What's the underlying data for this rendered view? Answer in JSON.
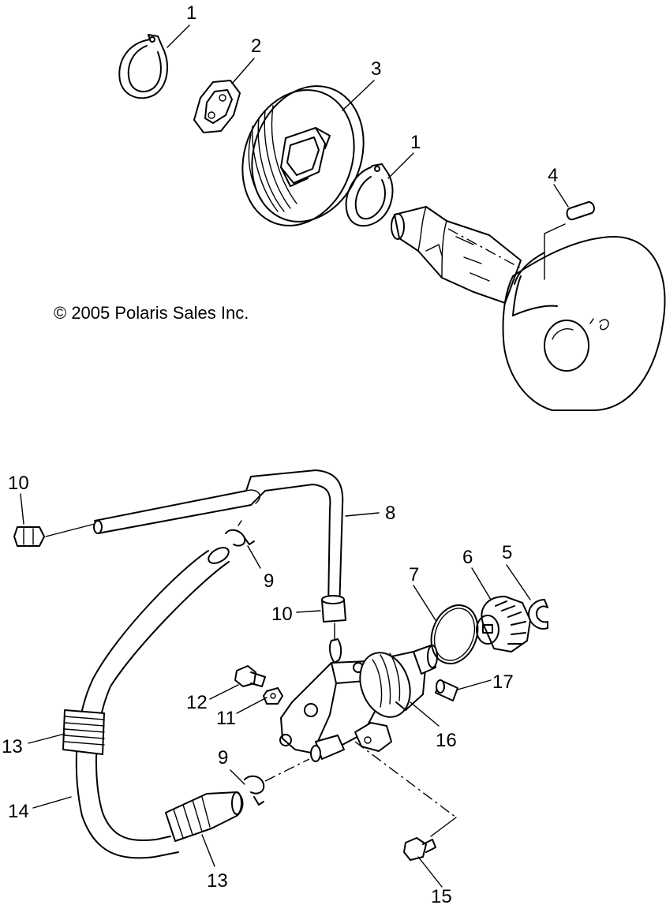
{
  "copyright": "© 2005 Polaris Sales Inc.",
  "callouts": {
    "c1a": "1",
    "c2": "2",
    "c3": "3",
    "c1b": "1",
    "c4": "4",
    "c10a": "10",
    "c8": "8",
    "c9a": "9",
    "c10b": "10",
    "c7": "7",
    "c6": "6",
    "c5": "5",
    "c17": "17",
    "c12": "12",
    "c11": "11",
    "c16": "16",
    "c13a": "13",
    "c9b": "9",
    "c14": "14",
    "c13b": "13",
    "c15": "15"
  }
}
